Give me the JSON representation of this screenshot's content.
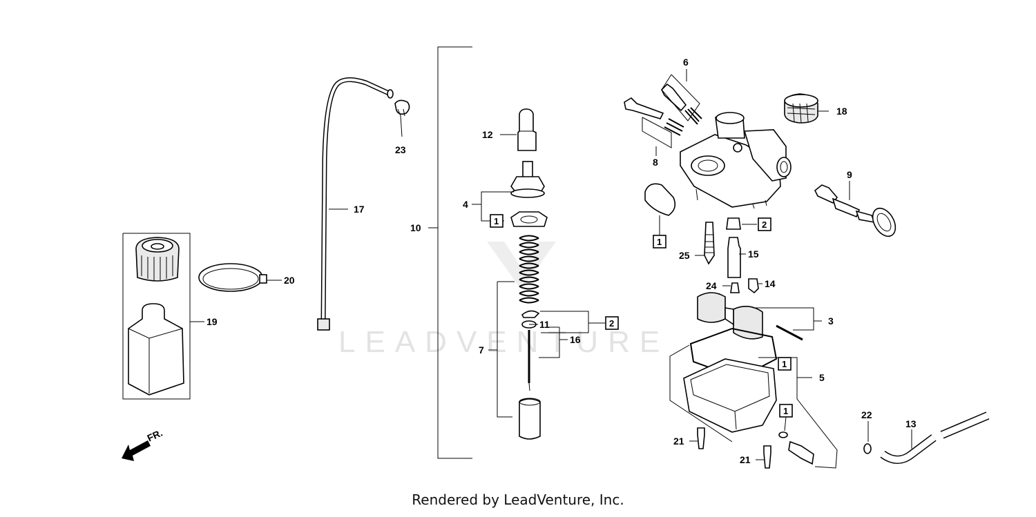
{
  "watermark": "LEADVENTURE",
  "footer_text": "Rendered by LeadVenture, Inc.",
  "front_arrow_label": "FR.",
  "callouts": {
    "c1": "1",
    "c2": "2",
    "c3": "3",
    "c4": "4",
    "c5": "5",
    "c6": "6",
    "c7": "7",
    "c8": "8",
    "c9": "9",
    "c10": "10",
    "c11": "11",
    "c12": "12",
    "c13": "13",
    "c14": "14",
    "c15": "15",
    "c16": "16",
    "c17": "17",
    "c18": "18",
    "c19": "19",
    "c20": "20",
    "c21": "21",
    "c22": "22",
    "c23": "23",
    "c24": "24",
    "c25": "25"
  }
}
